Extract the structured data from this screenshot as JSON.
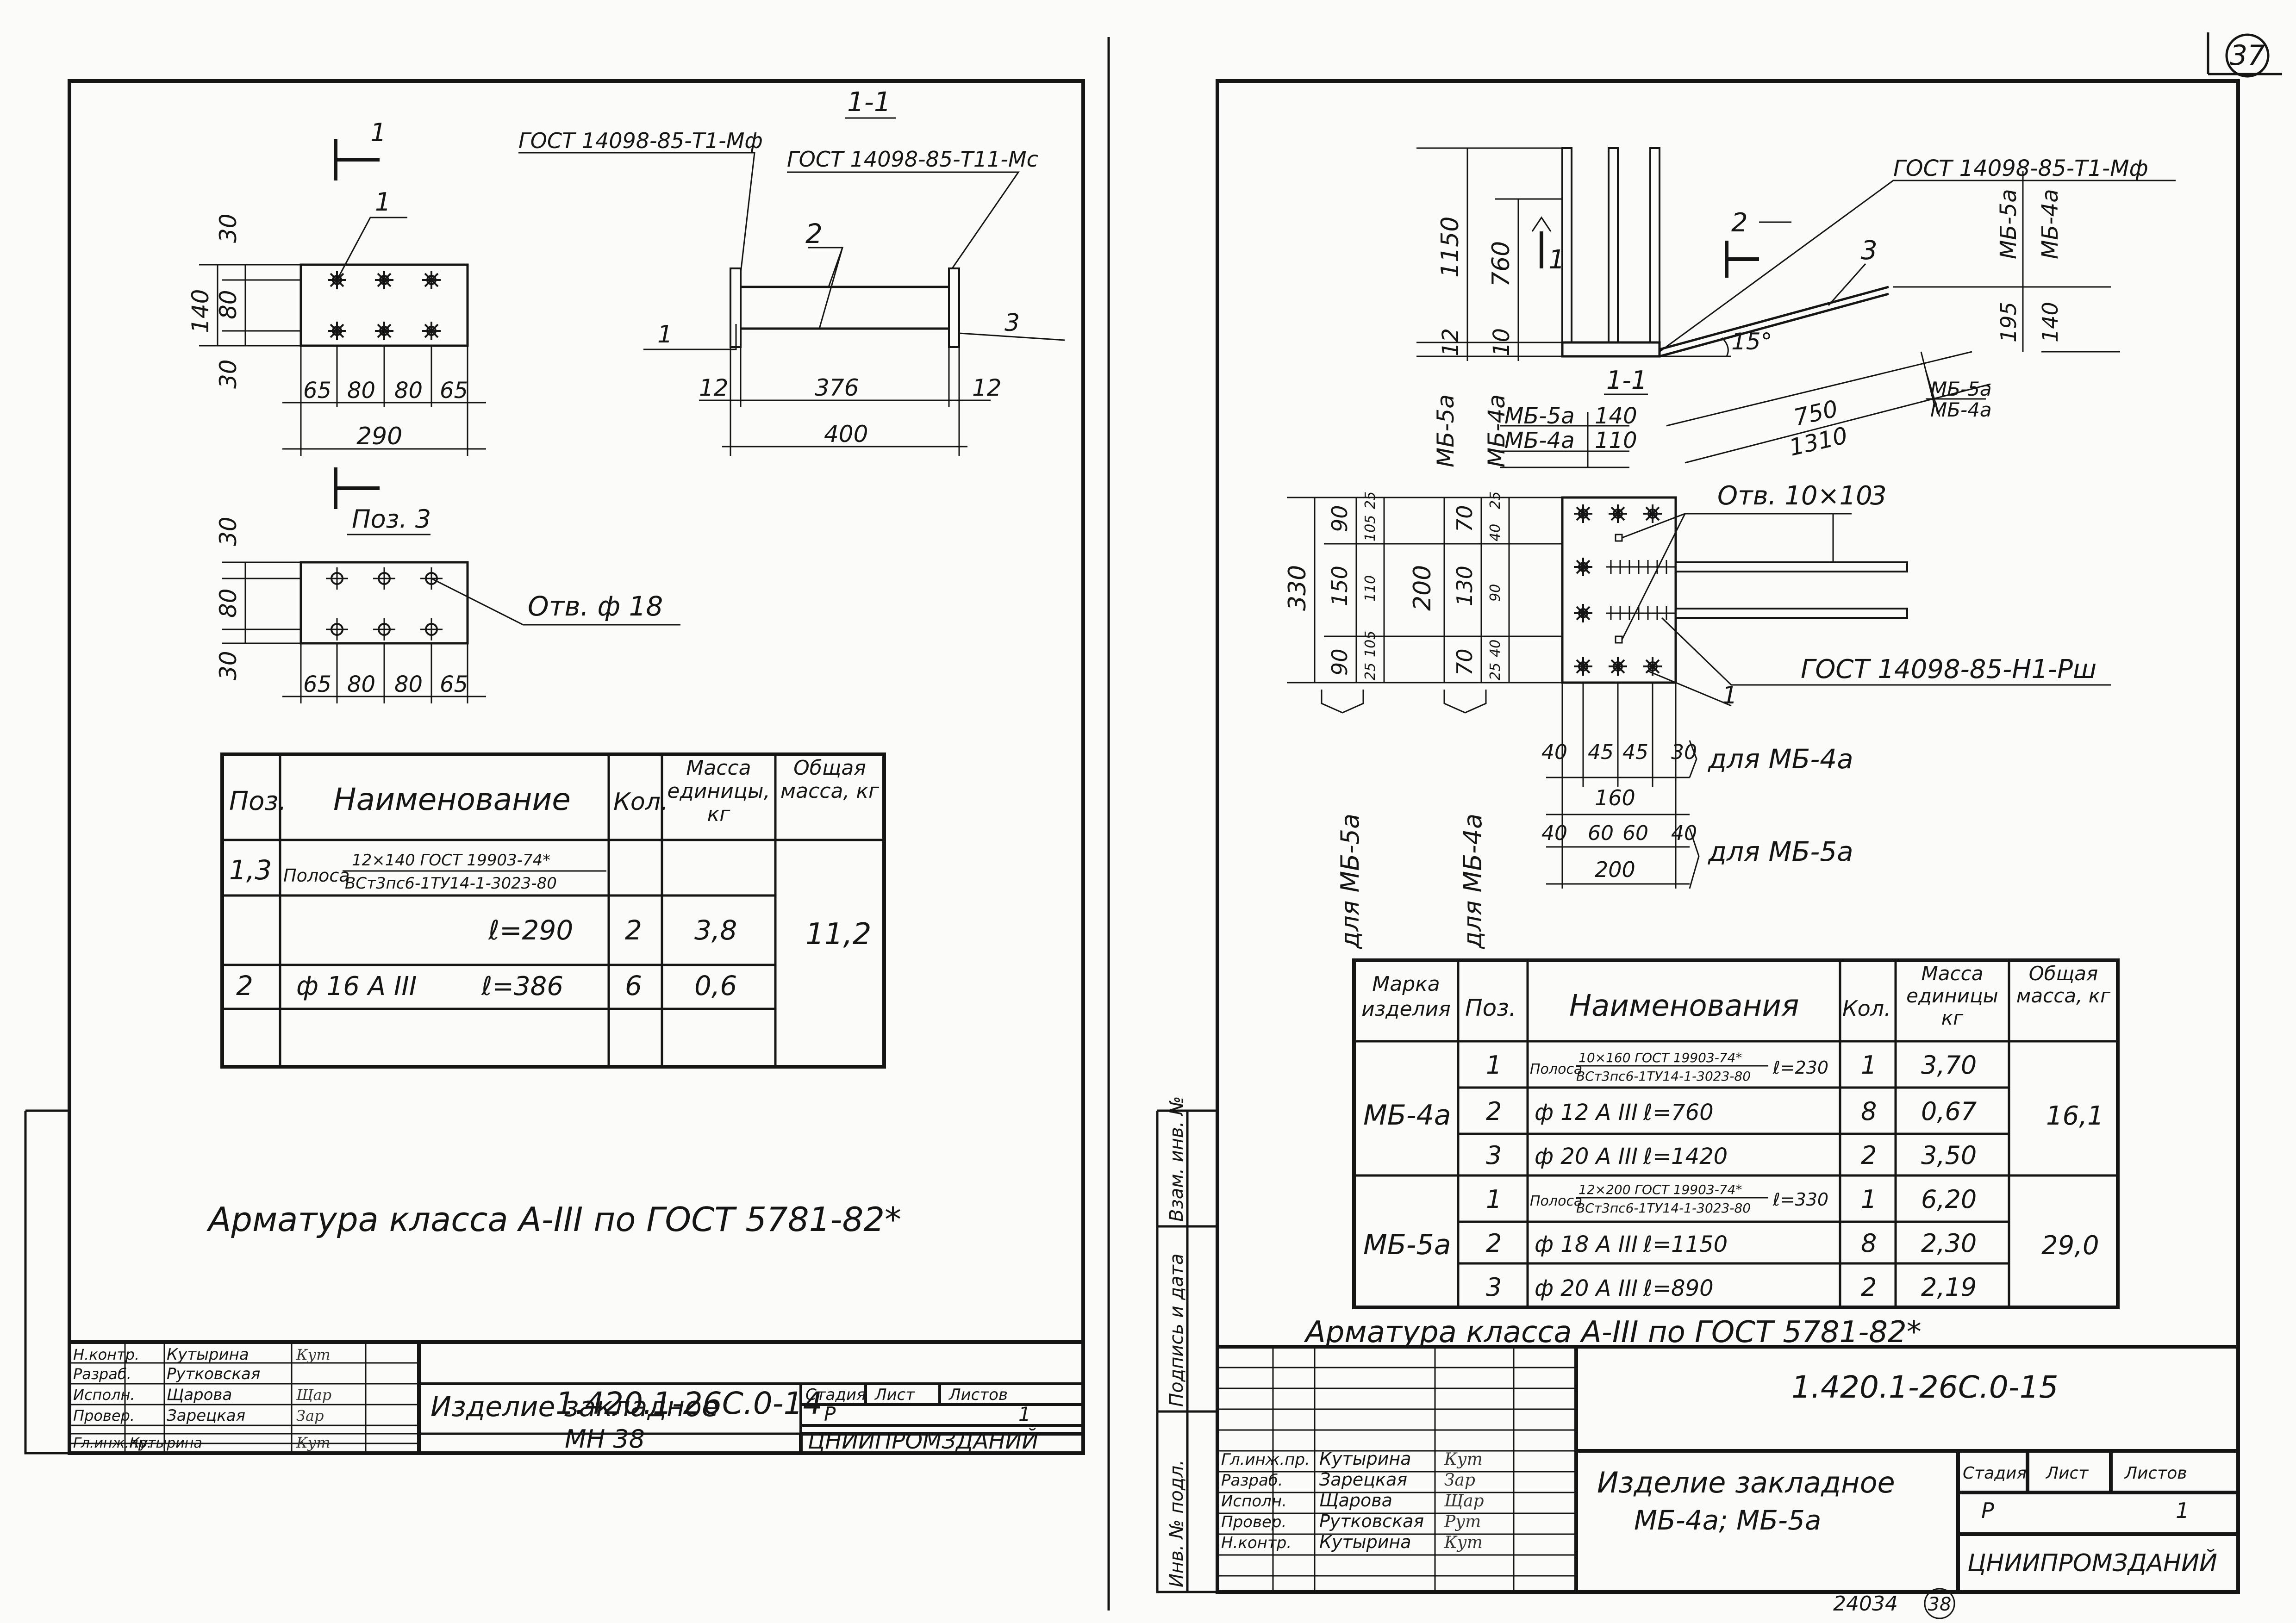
{
  "page_number": "37",
  "bottom_note": "24034",
  "bottom_note_circled": "38",
  "left_sheet": {
    "plan_view": {
      "section_mark": "1",
      "dims_vertical": [
        "30",
        "80",
        "30",
        "140"
      ],
      "dims_horizontal": [
        "65",
        "80",
        "80",
        "65"
      ],
      "total_width": "290",
      "pos_label": "1"
    },
    "section": {
      "title": "1-1",
      "gost_left": "ГОСТ 14098-85-Т1-Мф",
      "gost_right": "ГОСТ 14098-85-Т11-Мс",
      "pos_bar": "2",
      "pos_left": "1",
      "pos_right": "3",
      "dim_left": "12",
      "dim_mid": "376",
      "dim_right": "12",
      "dim_total": "400"
    },
    "pos3": {
      "title": "Поз. 3",
      "hole_label": "Отв. ф 18",
      "dims_vertical": [
        "30",
        "80",
        "30"
      ],
      "dims_horizontal": [
        "65",
        "80",
        "80",
        "65"
      ]
    },
    "spec_table": {
      "headers": [
        "Поз.",
        "Наименование",
        "Кол.",
        "Масса единицы, кг",
        "Общая масса, кг"
      ],
      "rows": [
        {
          "pos": "1,3",
          "name": "Полоса",
          "name_top": "12×140 ГОСТ 19903-74*",
          "name_bottom": "ВСт3пс6-1ТУ14-1-3023-80",
          "qty": "",
          "unit_mass": ""
        },
        {
          "pos": "",
          "name": "",
          "length": "ℓ=290",
          "qty": "2",
          "unit_mass": "3,8"
        },
        {
          "pos": "2",
          "name": "ф 16 А III",
          "length": "ℓ=386",
          "qty": "6",
          "unit_mass": "0,6"
        },
        {
          "pos": "",
          "name": "",
          "length": "",
          "qty": "",
          "unit_mass": ""
        }
      ],
      "total_mass": "11,2"
    },
    "note": "Арматура класса А-III по ГОСТ 5781-82*",
    "title_block": {
      "code": "1.420.1-26С.0-14",
      "roles": [
        "Гл.инж.пр.",
        "Разраб.",
        "Исполн.",
        "Провер.",
        "Н.контр."
      ],
      "names": [
        "Кутырина",
        "Рутковская",
        "Щарова",
        "Зарецкая",
        "Кутырина"
      ],
      "signatures": [
        "Кут",
        "",
        "Щар",
        "Зар",
        "Кут"
      ],
      "item_title": "Изделие закладное",
      "item_mark": "МН 38",
      "stage_label": "Стадия",
      "sheet_label": "Лист",
      "sheets_label": "Листов",
      "stage": "Р",
      "sheets": "1",
      "org": "ЦНИИПРОМЗДАНИЙ"
    }
  },
  "right_sheet": {
    "elevation": {
      "gost": "ГОСТ 14098-85-Т1-Мф",
      "pos3": "3",
      "angle": "15°",
      "mark_2": "2",
      "mark_1": "1",
      "dims_h_5a": [
        "1150",
        "12"
      ],
      "dims_h_4a": [
        "760",
        "10"
      ],
      "right_labels": [
        "МБ-5а",
        "МБ-4а"
      ],
      "right_dims": [
        "195",
        "140"
      ],
      "vert_marks": [
        "МБ-5а",
        "МБ-4а"
      ]
    },
    "section_11": {
      "title": "1-1",
      "rows": [
        {
          "mark": "МБ-5а",
          "value": "140"
        },
        {
          "mark": "МБ-4а",
          "value": "110"
        }
      ],
      "sloped_dims": [
        "750",
        "1310"
      ],
      "sloped_marks": [
        "МБ-5а",
        "МБ-4а"
      ]
    },
    "plan": {
      "hole_label": "Отв. 10×10",
      "pos3": "3",
      "pos1": "1",
      "gost": "ГОСТ 14098-85-Н1-Рш",
      "dims_5a_total": "330",
      "dims_5a": [
        "90",
        "150",
        "90"
      ],
      "dims_5a_inner": [
        "25",
        "105",
        "110",
        "105",
        "25"
      ],
      "dims_4a_total": "200",
      "dims_4a": [
        "70",
        "130",
        "70"
      ],
      "dims_4a_inner": [
        "25",
        "40",
        "90",
        "40",
        "25"
      ],
      "left_brackets": [
        "для МБ-5а",
        "для МБ-4а"
      ],
      "dims_row1": [
        "40",
        "45",
        "45",
        "30"
      ],
      "row1_total": "160",
      "row1_label": "для МБ-4а",
      "dims_row2": [
        "40",
        "60",
        "60",
        "40"
      ],
      "row2_total": "200",
      "row2_label": "для МБ-5а"
    },
    "spec_table": {
      "headers": [
        "Марка изделия",
        "Поз.",
        "Наименования",
        "Кол.",
        "Масса единицы кг",
        "Общая масса, кг"
      ],
      "groups": [
        {
          "mark": "МБ-4а",
          "total": "16,1",
          "rows": [
            {
              "pos": "1",
              "name": "Полоса",
              "name_top": "10×160 ГОСТ 19903-74*",
              "name_bottom": "ВСт3пс6-1ТУ14-1-3023-80",
              "length": "ℓ=230",
              "qty": "1",
              "unit_mass": "3,70"
            },
            {
              "pos": "2",
              "name": "ф 12 А III",
              "length": "ℓ=760",
              "qty": "8",
              "unit_mass": "0,67"
            },
            {
              "pos": "3",
              "name": "ф 20 А III",
              "length": "ℓ=1420",
              "qty": "2",
              "unit_mass": "3,50"
            }
          ]
        },
        {
          "mark": "МБ-5а",
          "total": "29,0",
          "rows": [
            {
              "pos": "1",
              "name": "Полоса",
              "name_top": "12×200 ГОСТ 19903-74*",
              "name_bottom": "ВСт3пс6-1ТУ14-1-3023-80",
              "length": "ℓ=330",
              "qty": "1",
              "unit_mass": "6,20"
            },
            {
              "pos": "2",
              "name": "ф 18 А III",
              "length": "ℓ=1150",
              "qty": "8",
              "unit_mass": "2,30"
            },
            {
              "pos": "3",
              "name": "ф 20 А III",
              "length": "ℓ=890",
              "qty": "2",
              "unit_mass": "2,19"
            }
          ]
        }
      ]
    },
    "note": "Арматура класса А-III по ГОСТ 5781-82*",
    "side_stamp": [
      "Инв. № подл.",
      "Подпись и дата",
      "Взам. инв. №"
    ],
    "title_block": {
      "code": "1.420.1-26С.0-15",
      "roles": [
        "Гл.инж.пр.",
        "Разраб.",
        "Исполн.",
        "Провер.",
        "Н.контр."
      ],
      "names": [
        "Кутырина",
        "Зарецкая",
        "Щарова",
        "Рутковская",
        "Кутырина"
      ],
      "signatures": [
        "Кут",
        "Зар",
        "Щар",
        "Рут",
        "Кут"
      ],
      "item_title": "Изделие закладное",
      "item_mark": "МБ-4а; МБ-5а",
      "stage_label": "Стадия",
      "sheet_label": "Лист",
      "sheets_label": "Листов",
      "stage": "Р",
      "sheets": "1",
      "org": "ЦНИИПРОМЗДАНИЙ"
    }
  }
}
